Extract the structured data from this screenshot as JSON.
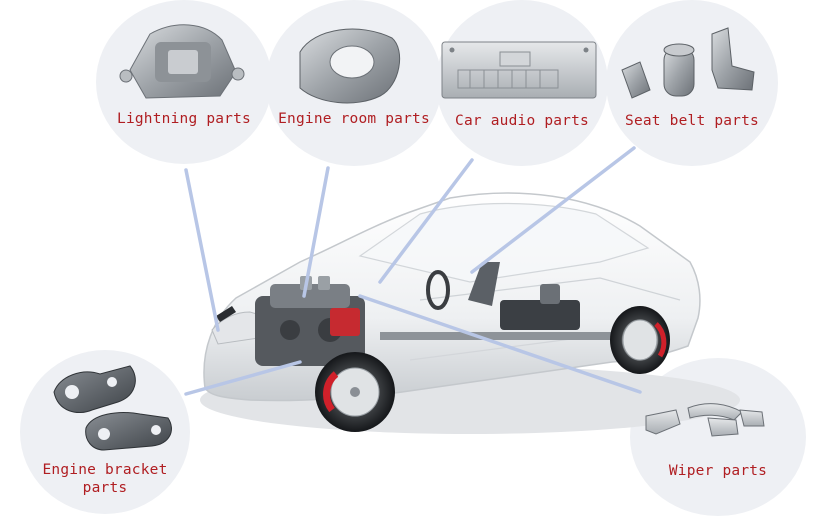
{
  "labels": {
    "lightning": "Lightning parts",
    "engine_room": "Engine room parts",
    "car_audio": "Car audio parts",
    "seat_belt": "Seat belt parts",
    "engine_bracket_line1": "Engine bracket",
    "engine_bracket_line2": "parts",
    "wiper": "Wiper parts"
  },
  "colors": {
    "label_text": "#b01e22",
    "bubble_fill": "#eef0f4",
    "leader_line": "#b8c6e6",
    "brake_red": "#d0202a"
  },
  "icons": [
    "headlight-housing-part-icon",
    "engine-room-disc-icon",
    "car-audio-plate-icon",
    "seat-belt-parts-icon",
    "engine-bracket-part-icon",
    "wiper-parts-icon",
    "car-cutaway-illustration"
  ]
}
